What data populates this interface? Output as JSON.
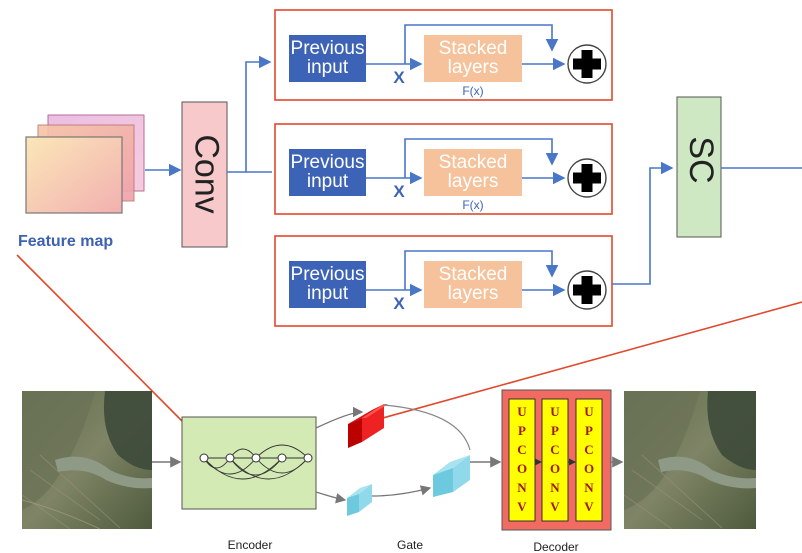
{
  "feature_map": {
    "label": "Feature map"
  },
  "conv": {
    "label": "Conv"
  },
  "sc": {
    "label": "SC"
  },
  "blocks": [
    {
      "previous_input": [
        "Previous",
        "input"
      ],
      "x": "X",
      "stacked_layers": [
        "Stacked",
        "layers"
      ],
      "fx": "F(x)"
    },
    {
      "previous_input": [
        "Previous",
        "input"
      ],
      "x": "X",
      "stacked_layers": [
        "Stacked",
        "layers"
      ],
      "fx": "F(x)"
    },
    {
      "previous_input": [
        "Previous",
        "input"
      ],
      "x": "X",
      "stacked_layers": [
        "Stacked",
        "layers"
      ],
      "fx": ""
    }
  ],
  "pipeline": {
    "encoder_label": "Encoder",
    "gate_label": "Gate",
    "decoder_label": "Decoder",
    "upconv_letters": [
      "U",
      "P",
      "C",
      "O",
      "N",
      "V"
    ]
  },
  "colors": {
    "blue_box": "#3d63b6",
    "orange_box": "#f6c29b",
    "border_red": "#e0492c",
    "arrow_blue": "#4a76c8",
    "conv_pink": "#f7c9cb",
    "sc_green": "#cfe8c4",
    "encoder_green": "#d3eab5",
    "decoder_red": "#f26b62",
    "upconv_yellow": "#ffff00"
  }
}
